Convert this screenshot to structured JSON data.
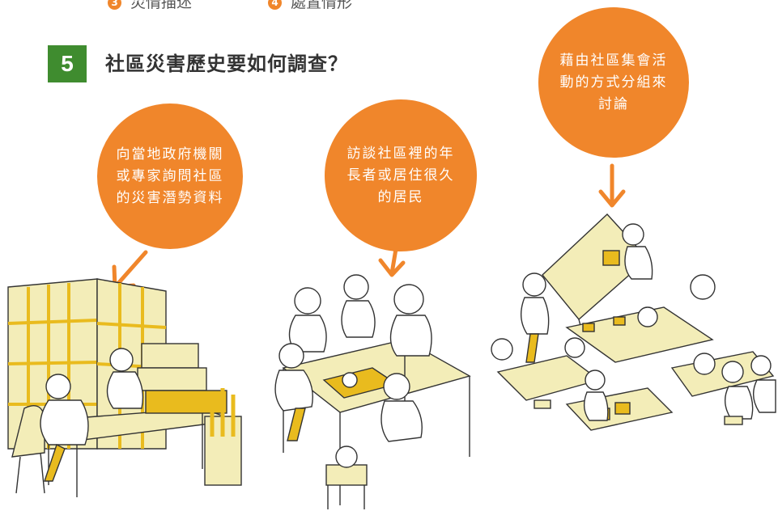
{
  "top_items": [
    {
      "number": "3",
      "label": "災情描述"
    },
    {
      "number": "4",
      "label": "處置情形"
    }
  ],
  "section": {
    "number": "5",
    "title": "社區災害歷史要如何調查？"
  },
  "methods": [
    {
      "text": "向當地政府機關或專家詢問社區的災害潛勢資料"
    },
    {
      "text": "訪談社區裡的年長者或居住很久的居民"
    },
    {
      "text": "藉由社區集會活動的方式分組來討論"
    }
  ],
  "colors": {
    "bubble": "#f0862b",
    "badge": "#3f8c2f",
    "accent_yellow": "#e9bb1e",
    "furniture": "#f3edb8"
  }
}
